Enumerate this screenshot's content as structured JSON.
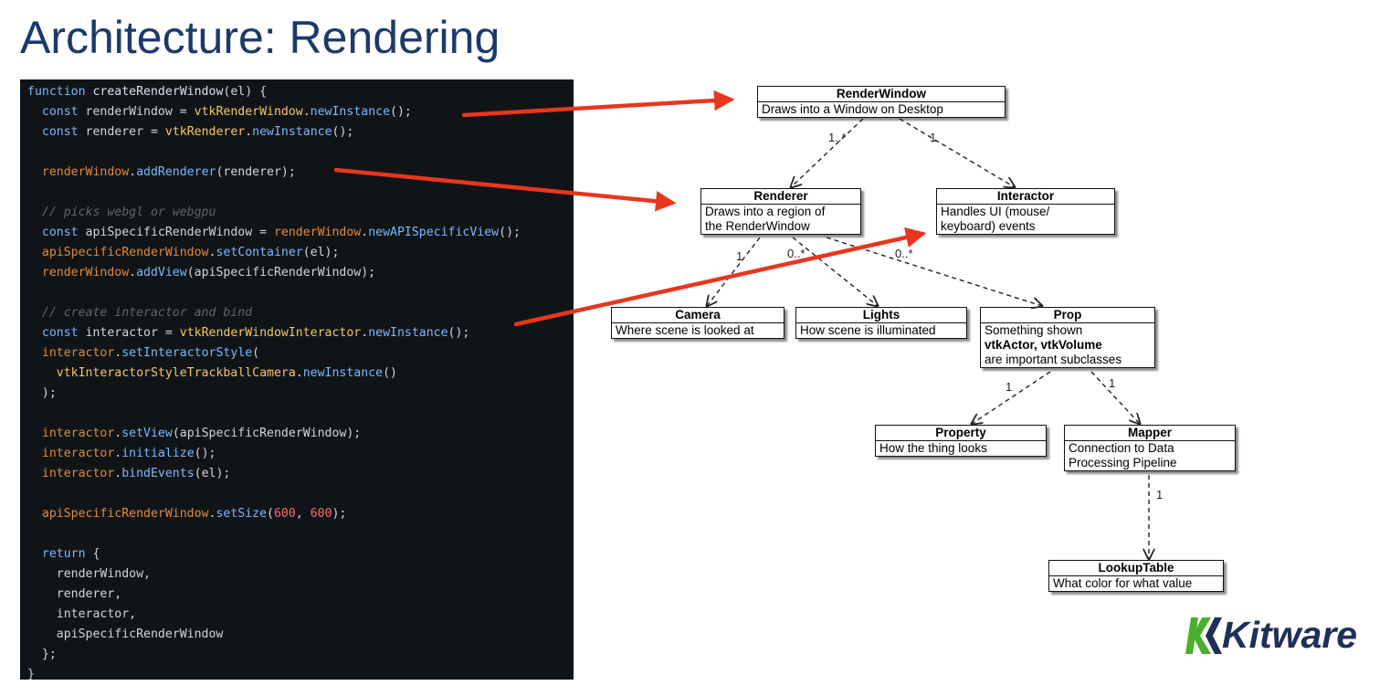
{
  "slide": {
    "title": "Architecture: Rendering"
  },
  "code": {
    "lines": [
      [
        {
          "t": "function ",
          "c": "kw"
        },
        {
          "t": "createRenderWindow",
          "c": "fn"
        },
        {
          "t": "(el) {",
          "c": "txt"
        }
      ],
      [
        {
          "t": "  const ",
          "c": "kw"
        },
        {
          "t": "renderWindow = ",
          "c": "txt"
        },
        {
          "t": "vtkRenderWindow",
          "c": "cls"
        },
        {
          "t": ".",
          "c": "txt"
        },
        {
          "t": "newInstance",
          "c": "call"
        },
        {
          "t": "();",
          "c": "txt"
        }
      ],
      [
        {
          "t": "  const ",
          "c": "kw"
        },
        {
          "t": "renderer = ",
          "c": "txt"
        },
        {
          "t": "vtkRenderer",
          "c": "cls"
        },
        {
          "t": ".",
          "c": "txt"
        },
        {
          "t": "newInstance",
          "c": "call"
        },
        {
          "t": "();",
          "c": "txt"
        }
      ],
      [],
      [
        {
          "t": "  renderWindow",
          "c": "obj"
        },
        {
          "t": ".",
          "c": "txt"
        },
        {
          "t": "addRenderer",
          "c": "call"
        },
        {
          "t": "(renderer);",
          "c": "txt"
        }
      ],
      [],
      [
        {
          "t": "  // picks webgl or webgpu",
          "c": "cm"
        }
      ],
      [
        {
          "t": "  const ",
          "c": "kw"
        },
        {
          "t": "apiSpecificRenderWindow = ",
          "c": "txt"
        },
        {
          "t": "renderWindow",
          "c": "obj"
        },
        {
          "t": ".",
          "c": "txt"
        },
        {
          "t": "newAPISpecificView",
          "c": "call"
        },
        {
          "t": "();",
          "c": "txt"
        }
      ],
      [
        {
          "t": "  apiSpecificRenderWindow",
          "c": "obj"
        },
        {
          "t": ".",
          "c": "txt"
        },
        {
          "t": "setContainer",
          "c": "call"
        },
        {
          "t": "(el);",
          "c": "txt"
        }
      ],
      [
        {
          "t": "  renderWindow",
          "c": "obj"
        },
        {
          "t": ".",
          "c": "txt"
        },
        {
          "t": "addView",
          "c": "call"
        },
        {
          "t": "(apiSpecificRenderWindow);",
          "c": "txt"
        }
      ],
      [],
      [
        {
          "t": "  // create interactor and bind",
          "c": "cm"
        }
      ],
      [
        {
          "t": "  const ",
          "c": "kw"
        },
        {
          "t": "interactor = ",
          "c": "txt"
        },
        {
          "t": "vtkRenderWindowInteractor",
          "c": "cls"
        },
        {
          "t": ".",
          "c": "txt"
        },
        {
          "t": "newInstance",
          "c": "call"
        },
        {
          "t": "();",
          "c": "txt"
        }
      ],
      [
        {
          "t": "  interactor",
          "c": "obj"
        },
        {
          "t": ".",
          "c": "txt"
        },
        {
          "t": "setInteractorStyle",
          "c": "call"
        },
        {
          "t": "(",
          "c": "txt"
        }
      ],
      [
        {
          "t": "    vtkInteractorStyleTrackballCamera",
          "c": "cls"
        },
        {
          "t": ".",
          "c": "txt"
        },
        {
          "t": "newInstance",
          "c": "call"
        },
        {
          "t": "()",
          "c": "txt"
        }
      ],
      [
        {
          "t": "  );",
          "c": "txt"
        }
      ],
      [],
      [
        {
          "t": "  interactor",
          "c": "obj"
        },
        {
          "t": ".",
          "c": "txt"
        },
        {
          "t": "setView",
          "c": "call"
        },
        {
          "t": "(apiSpecificRenderWindow);",
          "c": "txt"
        }
      ],
      [
        {
          "t": "  interactor",
          "c": "obj"
        },
        {
          "t": ".",
          "c": "txt"
        },
        {
          "t": "initialize",
          "c": "call"
        },
        {
          "t": "();",
          "c": "txt"
        }
      ],
      [
        {
          "t": "  interactor",
          "c": "obj"
        },
        {
          "t": ".",
          "c": "txt"
        },
        {
          "t": "bindEvents",
          "c": "call"
        },
        {
          "t": "(el);",
          "c": "txt"
        }
      ],
      [],
      [
        {
          "t": "  apiSpecificRenderWindow",
          "c": "obj"
        },
        {
          "t": ".",
          "c": "txt"
        },
        {
          "t": "setSize",
          "c": "call"
        },
        {
          "t": "(",
          "c": "txt"
        },
        {
          "t": "600",
          "c": "num"
        },
        {
          "t": ", ",
          "c": "txt"
        },
        {
          "t": "600",
          "c": "num"
        },
        {
          "t": ");",
          "c": "txt"
        }
      ],
      [],
      [
        {
          "t": "  return ",
          "c": "kw"
        },
        {
          "t": "{",
          "c": "txt"
        }
      ],
      [
        {
          "t": "    renderWindow,",
          "c": "txt"
        }
      ],
      [
        {
          "t": "    renderer,",
          "c": "txt"
        }
      ],
      [
        {
          "t": "    interactor,",
          "c": "txt"
        }
      ],
      [
        {
          "t": "    apiSpecificRenderWindow",
          "c": "txt"
        }
      ],
      [
        {
          "t": "  };",
          "c": "txt"
        }
      ],
      [
        {
          "t": "}",
          "c": "txt"
        }
      ]
    ]
  },
  "diagram": {
    "nodes": {
      "render_window": {
        "name": "RenderWindow",
        "desc": [
          "Draws into a Window on Desktop"
        ]
      },
      "renderer": {
        "name": "Renderer",
        "desc": [
          "Draws into a region of",
          "the RenderWindow"
        ]
      },
      "interactor": {
        "name": "Interactor",
        "desc": [
          "Handles UI (mouse/",
          "keyboard) events"
        ]
      },
      "camera": {
        "name": "Camera",
        "desc": [
          "Where scene is looked at"
        ]
      },
      "lights": {
        "name": "Lights",
        "desc": [
          "How scene is illuminated"
        ]
      },
      "prop": {
        "name": "Prop",
        "desc": [
          "Something shown",
          "vtkActor, vtkVolume",
          "are important subclasses"
        ]
      },
      "property": {
        "name": "Property",
        "desc": [
          "How the thing looks"
        ]
      },
      "mapper": {
        "name": "Mapper",
        "desc": [
          "Connection to Data",
          "Processing Pipeline"
        ]
      },
      "lookup_table": {
        "name": "LookupTable",
        "desc": [
          "What color for what value"
        ]
      }
    },
    "edge_labels": {
      "rw_renderer": "1..*",
      "rw_interactor": "1",
      "renderer_camera": "1",
      "renderer_lights": "0..*",
      "renderer_prop": "0..*",
      "prop_property": "1",
      "prop_mapper": "1",
      "mapper_lookup": "1"
    },
    "pointer_color": "#e8361e"
  },
  "logo": {
    "text": "Kitware",
    "colors": {
      "green": "#4caf2b",
      "blue": "#1f2f5a"
    }
  }
}
